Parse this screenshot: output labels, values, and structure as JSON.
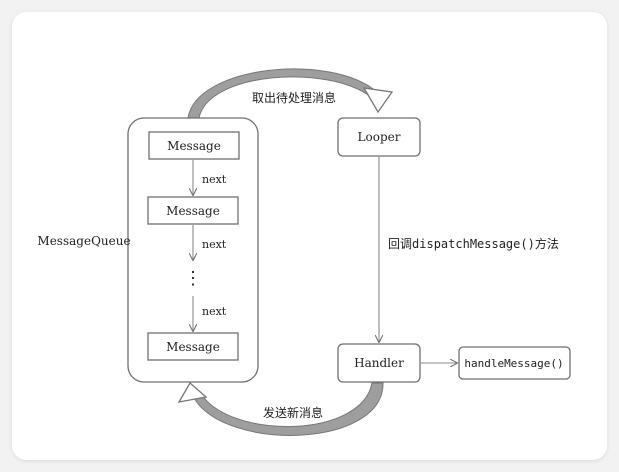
{
  "diagram": {
    "message_queue_label": "MessageQueue",
    "messages": [
      "Message",
      "Message",
      "Message"
    ],
    "next_labels": [
      "next",
      "next",
      "next"
    ],
    "ellipsis": "⋮",
    "looper_label": "Looper",
    "handler_label": "Handler",
    "handle_message_label": "handleMessage()",
    "fetch_message_label": "取出待处理消息",
    "send_message_label": "发送新消息",
    "callback_prefix": "回调",
    "callback_method": "dispatchMessage()",
    "callback_suffix": "方法"
  },
  "colors": {
    "box_stroke": "#6f6f6f",
    "arc_fill": "#9e9e9e",
    "line": "#8a8a8a"
  }
}
